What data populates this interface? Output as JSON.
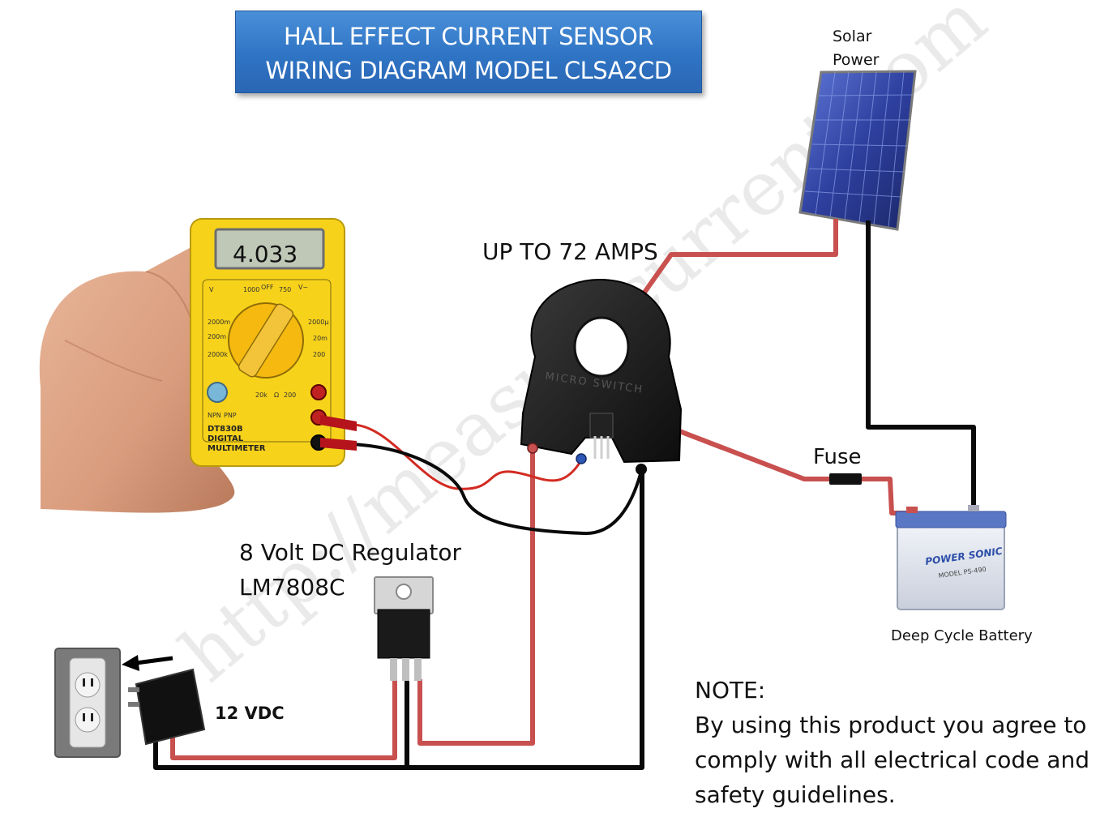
{
  "title": {
    "line1": "HALL EFFECT CURRENT SENSOR",
    "line2": "WIRING DIAGRAM  MODEL CLSA2CD"
  },
  "solar": {
    "line1": "Solar",
    "line2": "Power"
  },
  "sensor": {
    "rating": "UP TO 72 AMPS",
    "body_text": "MICRO SWITCH"
  },
  "multimeter": {
    "reading": "4.033",
    "model": "DT830B",
    "type_line1": "DIGITAL",
    "type_line2": "MULTIMETER"
  },
  "regulator": {
    "line1": "8 Volt DC Regulator",
    "line2": "LM7808C"
  },
  "adapter": {
    "voltage": "12 VDC"
  },
  "fuse": {
    "label": "Fuse"
  },
  "battery": {
    "brand": "POWER SONIC",
    "model": "MODEL PS-490",
    "label": "Deep Cycle Battery"
  },
  "note": {
    "heading": "NOTE:",
    "line1": "By using this product you agree  to",
    "line2": "comply with all electrical code and",
    "line3": "safety guidelines."
  },
  "watermark": "http://measurecurrent.com",
  "colors": {
    "red_wire": "#c8504f",
    "black_wire": "#0a0a0a",
    "title_bg": "#3a7fd0",
    "meter_yellow": "#f7d21a"
  }
}
